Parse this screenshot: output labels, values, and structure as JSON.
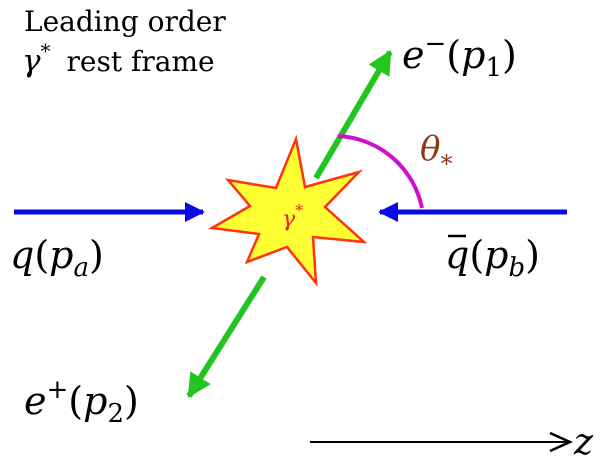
{
  "caption": {
    "line1": "Leading order",
    "line2_symbol": "γ",
    "line2_sup": "*",
    "line2_text": "rest frame"
  },
  "particles": {
    "electron": {
      "symbol": "e",
      "charge": "−",
      "momentum": "p",
      "index": "1",
      "color": "#22c41f"
    },
    "positron": {
      "symbol": "e",
      "charge": "+",
      "momentum": "p",
      "index": "2",
      "color": "#22c41f"
    },
    "quark": {
      "symbol": "q",
      "momentum": "p",
      "index": "a",
      "color": "#0a0ae6"
    },
    "antiquark": {
      "symbol": "q",
      "momentum": "p",
      "index": "b",
      "color": "#0a0ae6"
    }
  },
  "vertex": {
    "symbol": "γ",
    "sup": "*",
    "fill": "#ffff33",
    "stroke": "#ff3311",
    "label_color": "#e8201a"
  },
  "angle": {
    "symbol": "θ",
    "sub": "*",
    "arc_color": "#d010d0",
    "label_color": "#8a3a14"
  },
  "axis": {
    "label": "z"
  }
}
